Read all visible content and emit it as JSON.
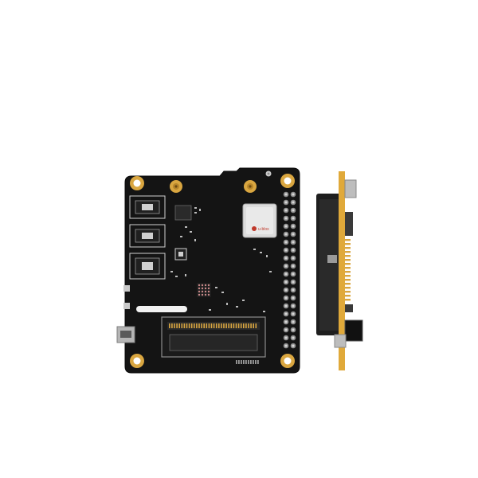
{
  "scene": {
    "description_free": true,
    "colors": {
      "background": "#ffffff",
      "pcb": "#141414",
      "pcb_edge": "#0b0b0b",
      "gold": "#d9a640",
      "gold_dark": "#b8862a",
      "silver": "#c9c9c9",
      "silver_dark": "#8e8e8e",
      "pcb_side": "#e0a93a",
      "module_cover": "#dcdcdc",
      "logo_red": "#c0392b"
    },
    "module_logo_text": "u-blox",
    "icons": [
      "pcb-board-top-view",
      "pcb-board-side-view"
    ]
  }
}
